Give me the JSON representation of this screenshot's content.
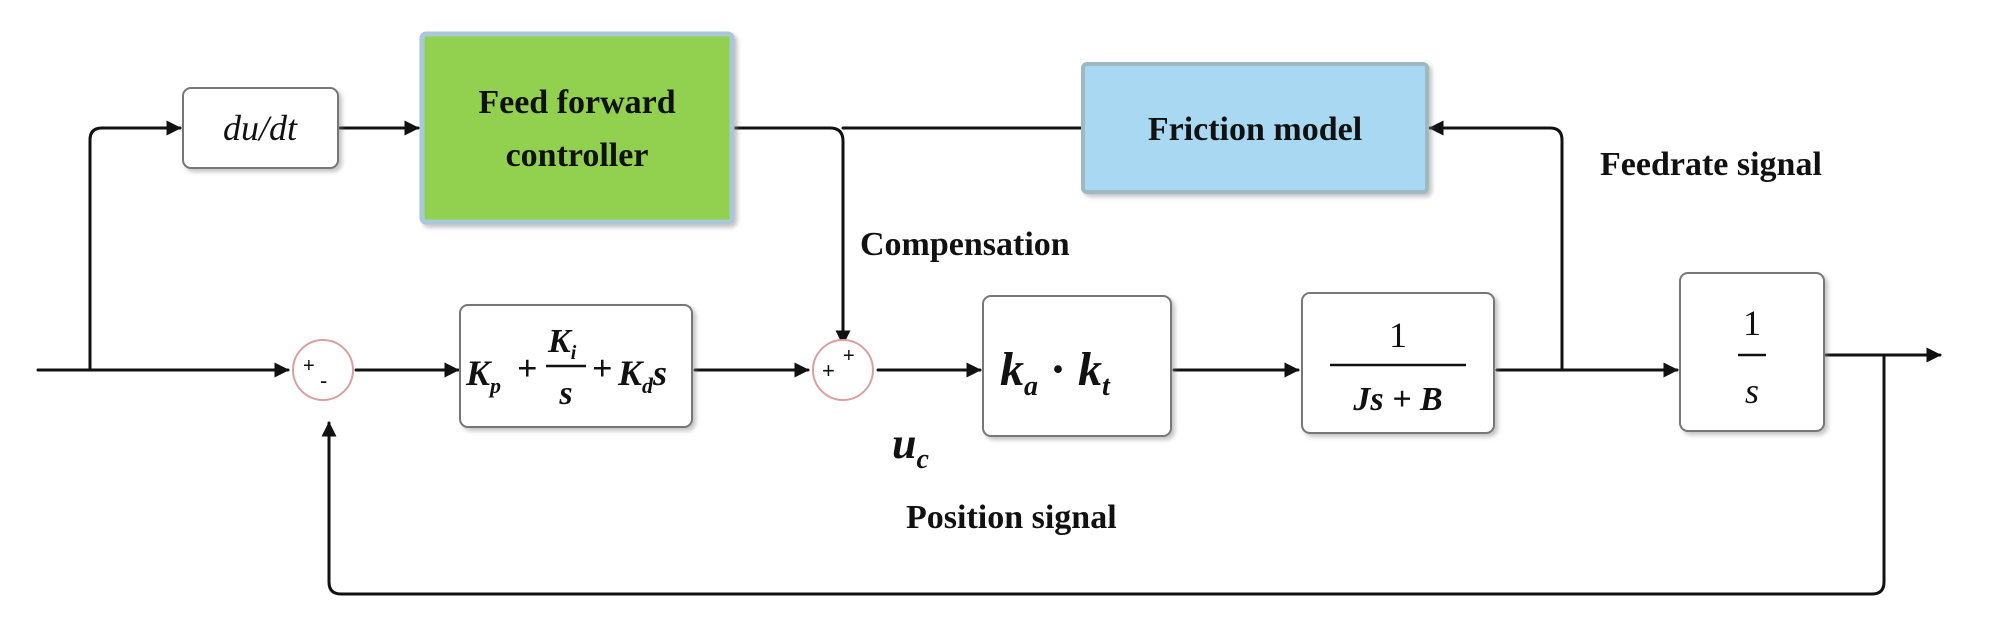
{
  "blocks": {
    "derivative": "du/dt",
    "feedforward_line1": "Feed forward",
    "feedforward_line2": "controller",
    "friction": "Friction model",
    "pid_kp": "K",
    "pid_kp_sub": "p",
    "pid_plus1": "+",
    "pid_ki": "K",
    "pid_ki_sub": "i",
    "pid_ki_den": "s",
    "pid_plus2": "+",
    "pid_kd": "K",
    "pid_kd_sub": "d",
    "pid_kd_s": "s",
    "gain_k": "k",
    "gain_a_sub": "a",
    "gain_dot": "·",
    "gain_k2": "k",
    "gain_t_sub": "t",
    "plant_num": "1",
    "plant_den": "Js + B",
    "integrator_num": "1",
    "integrator_den": "s"
  },
  "labels": {
    "compensation": "Compensation",
    "feedrate": "Feedrate signal",
    "position": "Position signal",
    "uc_main": "u",
    "uc_sub": "c"
  },
  "junctions": {
    "sum1_plus": "+",
    "sum1_minus": "-",
    "sum2_plus_left": "+",
    "sum2_plus_top": "+"
  },
  "colors": {
    "feedforward_fill": "#92d050",
    "friction_fill": "#a9d9f2",
    "wire": "#111111",
    "summing_border": "#d9a0a0"
  }
}
